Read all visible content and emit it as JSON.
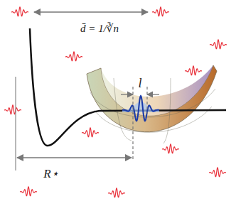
{
  "diagram": {
    "labels": [
      "d̄ = 1/∛n",
      "l",
      "R⋆"
    ]
  }
}
